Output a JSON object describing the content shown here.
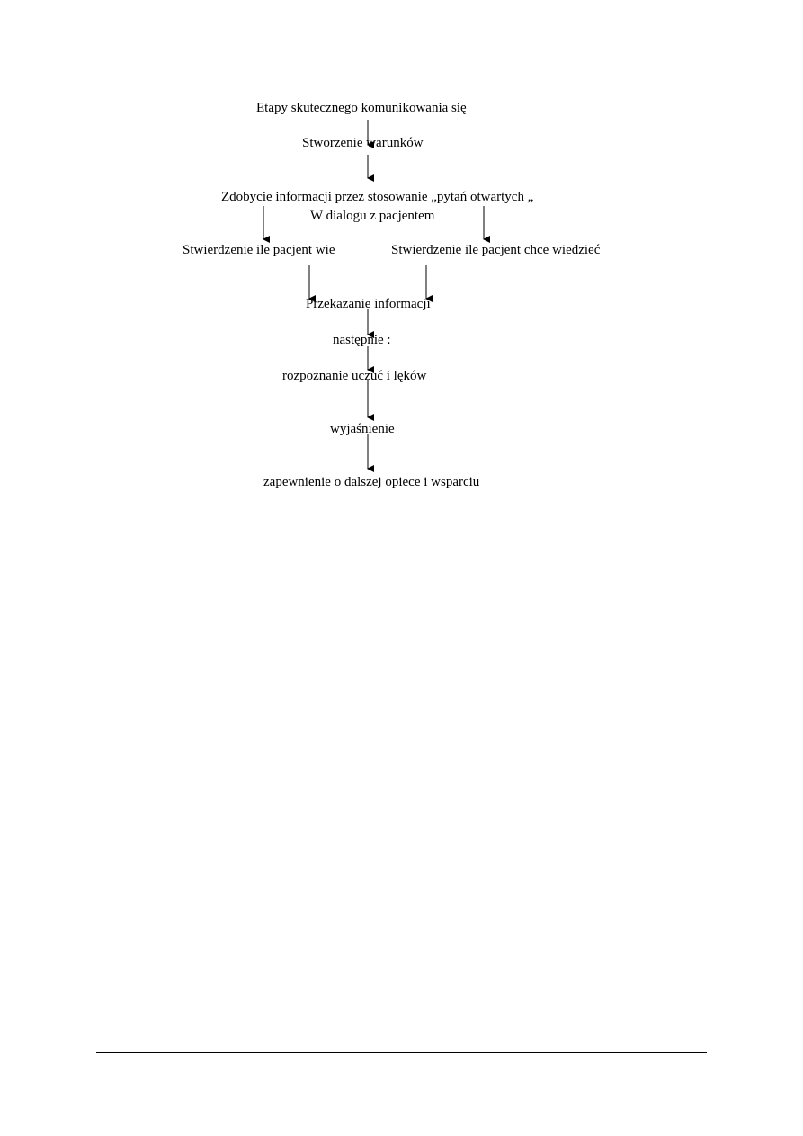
{
  "diagram": {
    "title": "Etapy skutecznego komunikowania się",
    "steps": {
      "create_conditions": "Stworzenie warunków",
      "gather_information": "Zdobycie informacji przez stosowanie „pytań otwartych „",
      "dialogue": "W dialogu z pacjentem",
      "knows": "Stwierdzenie ile pacjent wie",
      "wants_to_know": "Stwierdzenie ile pacjent chce wiedzieć",
      "pass_information": "Przekazanie informacji",
      "then": "następnie :",
      "recognize_feelings": "rozpoznanie uczuć i lęków",
      "explanation": "wyjaśnienie",
      "assurance": "zapewnienie o dalszej opiece i wsparciu"
    },
    "line_color": "#000000"
  }
}
